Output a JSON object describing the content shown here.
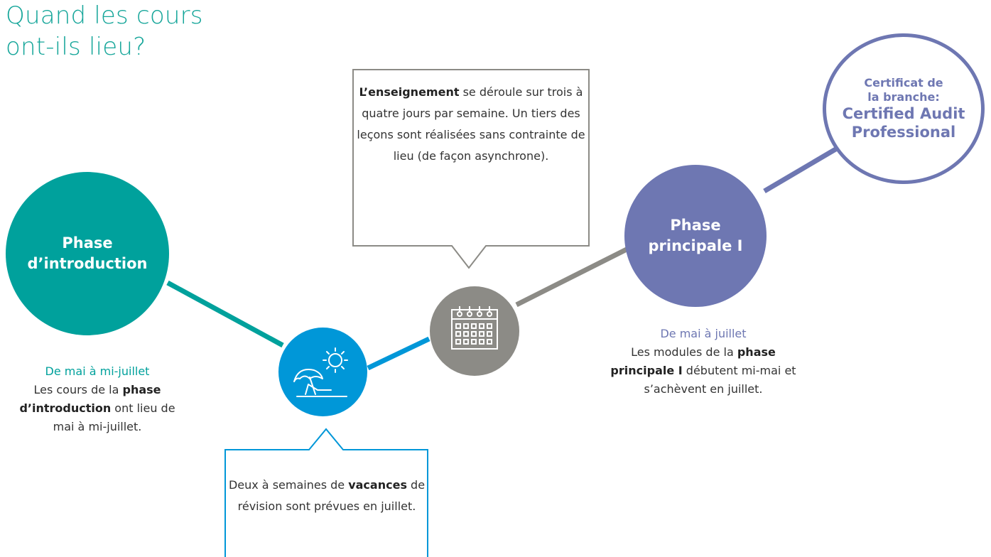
{
  "title": {
    "line1": "Quand les cours",
    "line2": "ont-ils lieu?"
  },
  "phases": {
    "intro": {
      "line1": "Phase",
      "line2": "d’introduction",
      "period": "De mai à mi-juillet",
      "desc_before": "Les cours de la ",
      "desc_bold": "phase d’introduction",
      "desc_after": " ont lieu de mai à mi-juillet."
    },
    "main": {
      "line1": "Phase",
      "line2": "principale I",
      "period": "De mai à juillet",
      "desc_before": "Les modules de la ",
      "desc_bold": "phase principale I",
      "desc_after": " débutent mi-mai et s’achèvent en juillet."
    }
  },
  "certificate": {
    "line1": "Certificat de",
    "line2": "la branche:",
    "line3": "Certified Audit",
    "line4": "Professional"
  },
  "teaching_bubble": {
    "bold": "L’enseignement",
    "text": " se déroule sur trois à quatre jours par semaine. Un tiers des leçons sont réalisées sans contrainte de lieu (de façon asynchrone)."
  },
  "vacation_bubble": {
    "before": "Deux à semaines de ",
    "bold": "vacances",
    "after": " de révision sont prévues en juillet."
  },
  "icons": {
    "vacation": "beach-umbrella-sun-icon",
    "calendar": "calendar-icon"
  },
  "colors": {
    "intro": "#00a19c",
    "main": "#6e77b2",
    "vacation": "#0097d8",
    "calendar": "#8c8b86",
    "title": "#16a69a"
  }
}
